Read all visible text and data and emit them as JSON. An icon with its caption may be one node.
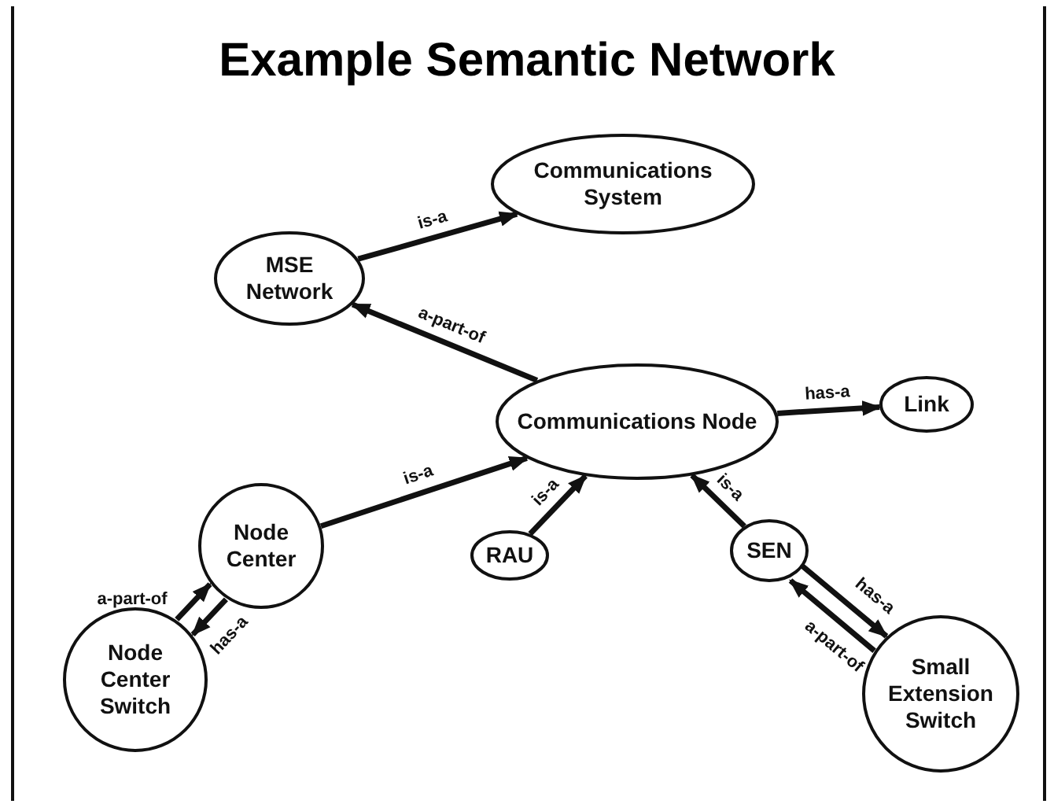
{
  "diagram": {
    "title": "Example Semantic Network",
    "nodes": [
      {
        "text": [
          "Communications System"
        ]
      },
      {
        "text": [
          "MSE Network"
        ]
      },
      {
        "text": [
          "Communications Node"
        ]
      },
      {
        "text": [
          "Link"
        ]
      },
      {
        "text": [
          "Node Center"
        ]
      },
      {
        "text": [
          "RAU"
        ]
      },
      {
        "text": [
          "SEN"
        ]
      },
      {
        "text": [
          "Node Center Switch"
        ]
      },
      {
        "text": [
          "Small Extension Switch"
        ]
      }
    ],
    "edges": [
      {
        "from": 1,
        "to": 0,
        "arrow": "to",
        "label": "is-a"
      },
      {
        "from": 2,
        "to": 1,
        "arrow": "to",
        "label": "a-part-of"
      },
      {
        "from": 2,
        "to": 3,
        "arrow": "to",
        "label": "has-a"
      },
      {
        "from": 4,
        "to": 2,
        "arrow": "to",
        "label": "is-a"
      },
      {
        "from": 5,
        "to": 2,
        "arrow": "to",
        "label": "is-a"
      },
      {
        "from": 6,
        "to": 2,
        "arrow": "to",
        "label": "is-a"
      },
      {
        "from": 6,
        "to": 8,
        "arrow": "to",
        "label": "has-a"
      },
      {
        "from": 8,
        "to": 6,
        "arrow": "to",
        "label": "a-part-of"
      },
      {
        "from": 7,
        "to": 4,
        "arrow": "to",
        "label": "a-part-of"
      },
      {
        "from": 4,
        "to": 7,
        "arrow": "to",
        "label": "has-a"
      }
    ]
  }
}
